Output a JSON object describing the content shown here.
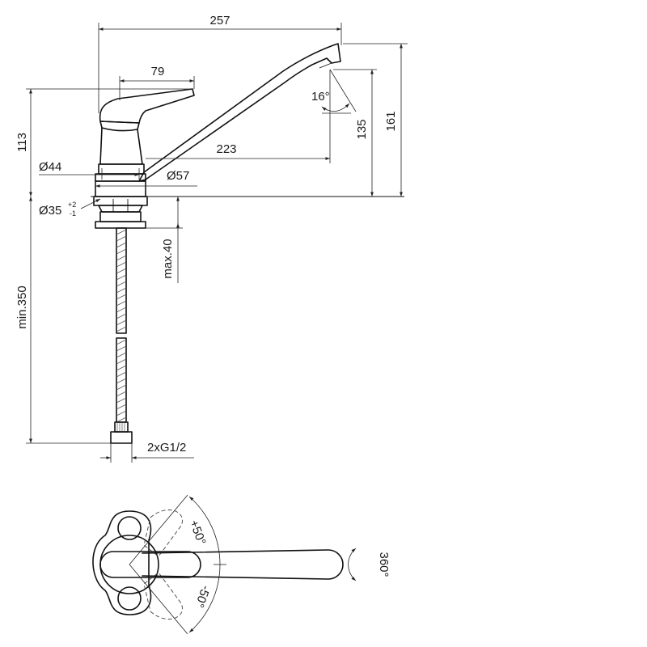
{
  "dimensions": {
    "overall_length": "257",
    "lever_length": "79",
    "body_height": "113",
    "spout_outlet_height": "135",
    "overall_height": "161",
    "spout_reach": "223",
    "body_diameter": "Ø44",
    "base_diameter": "Ø57",
    "hole_diameter": "Ø35",
    "hole_tol_plus": "+2",
    "hole_tol_minus": "-1",
    "deck_thickness": "max.40",
    "hose_length": "min.350",
    "connection": "2xG1/2",
    "spout_angle": "16°"
  },
  "plan_view": {
    "lever_swing_up": "+50°",
    "lever_swing_down": "-50°",
    "spout_rotation": "360°"
  }
}
